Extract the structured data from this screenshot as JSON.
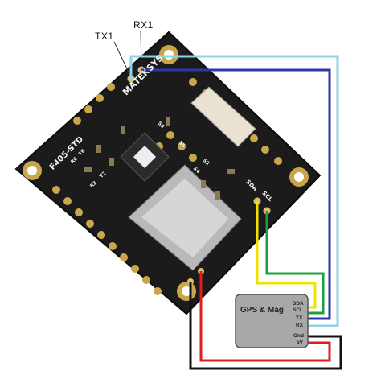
{
  "callouts": {
    "tx1": "TX1",
    "rx1": "RX1"
  },
  "board": {
    "brand": "MATEKSYS",
    "model": "F405-STD",
    "sda_pad": "SDA",
    "scl_pad": "SCL",
    "pad_labels": [
      "S6",
      "S5",
      "S4",
      "S3",
      "R6",
      "T6",
      "R2",
      "T2"
    ]
  },
  "gps_module": {
    "title": "GPS & Mag",
    "pins": [
      "SDA",
      "SCL",
      "TX",
      "RX",
      "Gnd",
      "5V"
    ]
  },
  "wires": [
    {
      "name": "TX1-to-RX",
      "color": "#8fd3e6"
    },
    {
      "name": "RX1-to-TX",
      "color": "#2d3aa6"
    },
    {
      "name": "SDA",
      "color": "#f2e000"
    },
    {
      "name": "SCL",
      "color": "#18a23c"
    },
    {
      "name": "5V",
      "color": "#e01e1e"
    },
    {
      "name": "GND",
      "color": "#111111"
    }
  ]
}
